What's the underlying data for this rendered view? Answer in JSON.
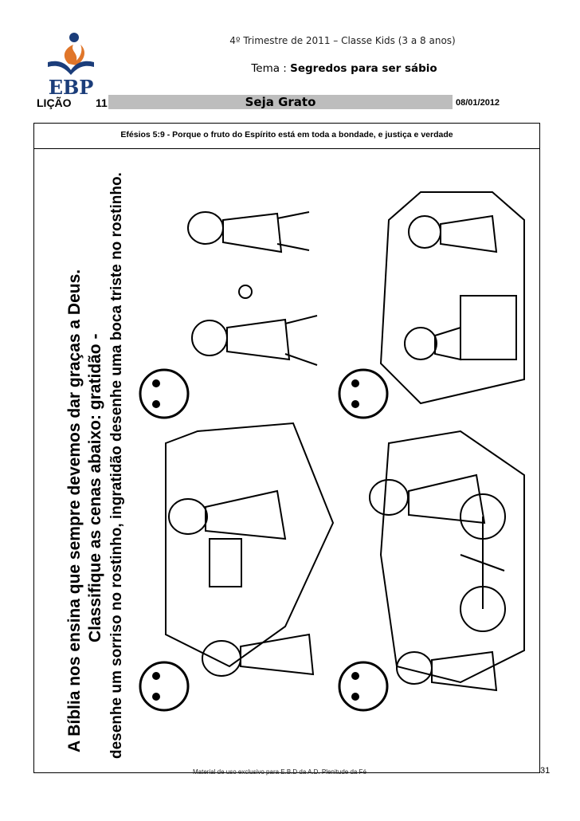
{
  "header": {
    "logo_text": "EBP",
    "subtitle": "4º Trimestre de 2011 – Classe Kids (3 a 8 anos)",
    "theme_label": "Tema :",
    "theme_value": "Segredos para ser sábio",
    "lesson_label": "LIÇÃO",
    "lesson_number": "11",
    "lesson_title": "Seja Grato",
    "date": "08/01/2012"
  },
  "verse": "Efésios 5:9 - Porque o fruto do Espírito está em toda a bondade, e justiça e verdade",
  "activity": {
    "instruction_line1": "A Bíblia nos ensina que sempre devemos dar graças a Deus.",
    "instruction_line2": "Classifique as cenas abaixo: gratidão -",
    "instruction_line3": "desenhe um sorriso no rostinho, ingratidão desenhe uma boca triste no rostinho."
  },
  "footer": {
    "text": "Material de uso exclusivo para E.B.D da A.D. Plenitude da Fé",
    "page_number": "31"
  },
  "colors": {
    "logo_orange": "#e0762a",
    "logo_blue": "#1b3d7a",
    "title_bar": "#bdbdbd"
  }
}
